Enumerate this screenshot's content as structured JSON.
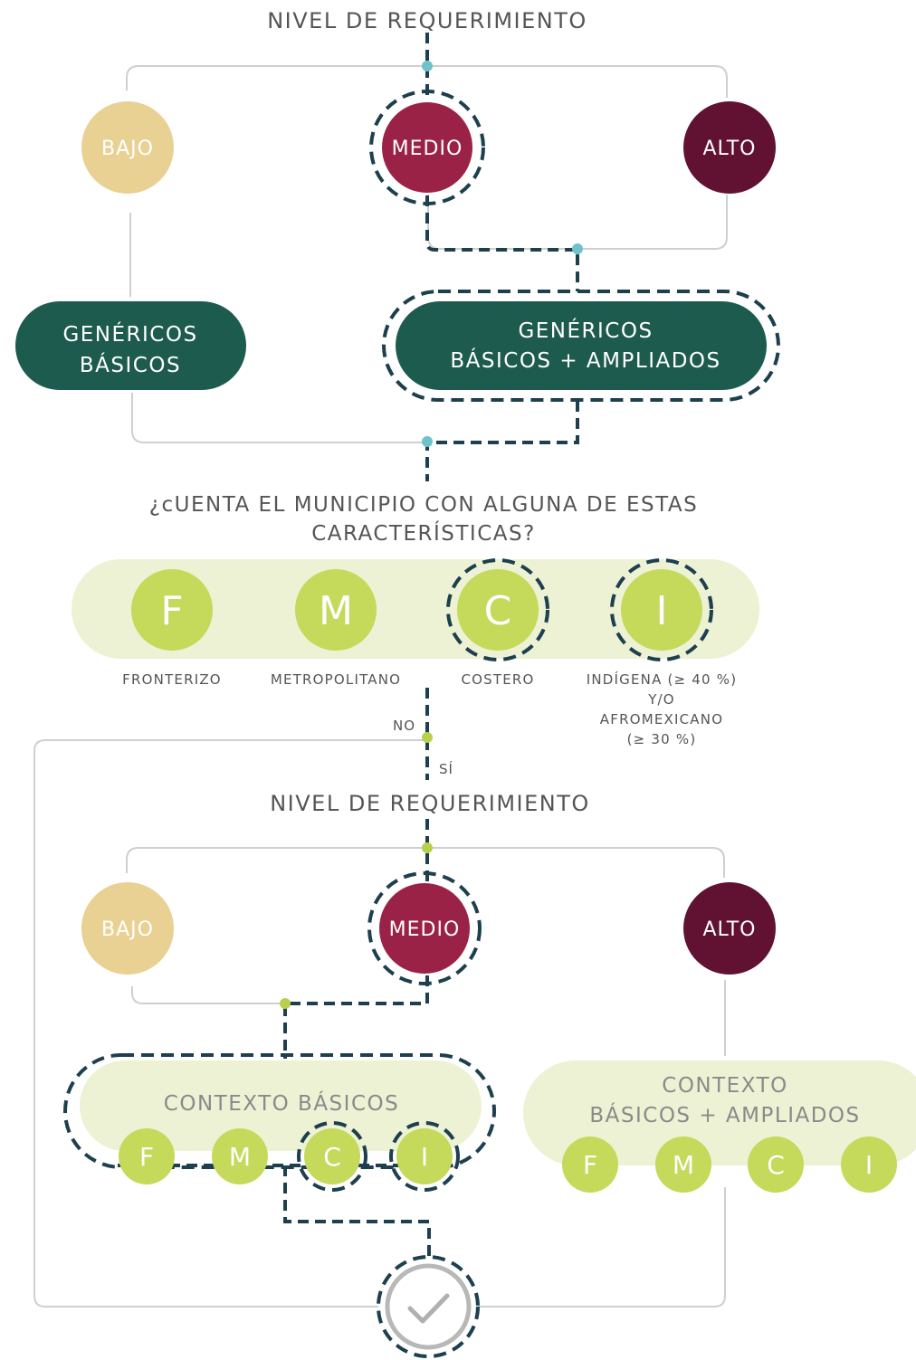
{
  "colors": {
    "bajo": "#e8d193",
    "medio": "#9b2247",
    "alto": "#611232",
    "generic": "#1e5b4f",
    "feature": "#c5d95b",
    "context_bg": "#ecf2d3",
    "path": "#1d3f4e",
    "node_blue": "#6fc2c9",
    "node_green": "#b9d04c"
  },
  "section1": {
    "title": "NIVEL DE REQUERIMIENTO",
    "levels": {
      "bajo": "BAJO",
      "medio": "MEDIO",
      "alto": "ALTO"
    },
    "generic_basic": [
      "GENÉRICOS",
      "BÁSICOS"
    ],
    "generic_extended": [
      "GENÉRICOS",
      "BÁSICOS + AMPLIADOS"
    ]
  },
  "question": [
    "¿cUENTA EL MUNICIPIO CON ALGUNA DE ESTAS",
    "CARACTERÍSTICAS?"
  ],
  "characteristics": [
    {
      "letter": "F",
      "label": [
        "FRONTERIZO"
      ]
    },
    {
      "letter": "M",
      "label": [
        "METROPOLITANO"
      ]
    },
    {
      "letter": "C",
      "label": [
        "COSTERO"
      ]
    },
    {
      "letter": "I",
      "label": [
        "INDÍGENA (≥ 40 %)",
        "Y/O",
        "AFROMEXICANO",
        "(≥ 30 %)"
      ]
    }
  ],
  "branch": {
    "no": "NO",
    "yes": "SÍ"
  },
  "section2": {
    "title": "NIVEL DE REQUERIMIENTO",
    "levels": {
      "bajo": "BAJO",
      "medio": "MEDIO",
      "alto": "ALTO"
    },
    "context_basic": [
      "CONTEXTO BÁSICOS"
    ],
    "context_extended": [
      "CONTEXTO",
      "BÁSICOS + AMPLIADOS"
    ],
    "context_letters": [
      "F",
      "M",
      "C",
      "I"
    ]
  },
  "final_icon": "checkmark-icon"
}
